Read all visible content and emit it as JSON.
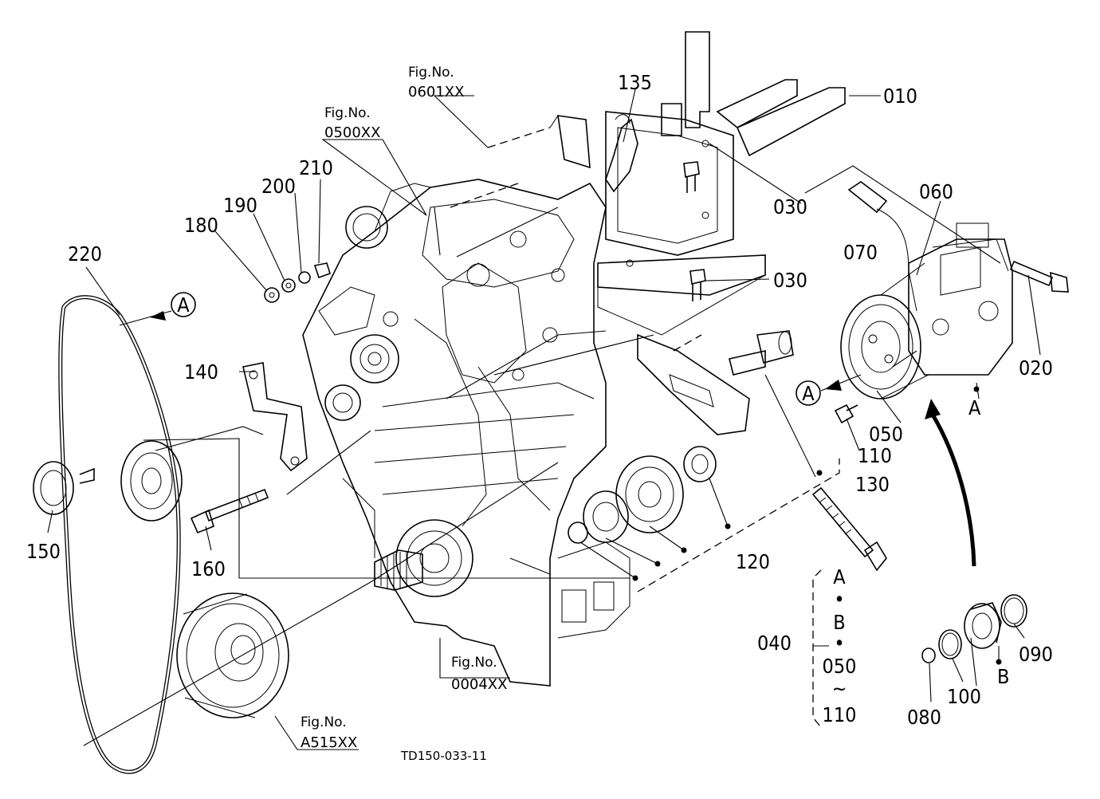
{
  "parts": [
    {
      "id": "p010",
      "label": "010"
    },
    {
      "id": "p020",
      "label": "020"
    },
    {
      "id": "p030a",
      "label": "030"
    },
    {
      "id": "p030b",
      "label": "030"
    },
    {
      "id": "p050",
      "label": "050"
    },
    {
      "id": "p060",
      "label": "060"
    },
    {
      "id": "p070",
      "label": "070"
    },
    {
      "id": "p080",
      "label": "080"
    },
    {
      "id": "p090",
      "label": "090"
    },
    {
      "id": "p100",
      "label": "100"
    },
    {
      "id": "p110",
      "label": "110"
    },
    {
      "id": "p120",
      "label": "120"
    },
    {
      "id": "p130",
      "label": "130"
    },
    {
      "id": "p135",
      "label": "135"
    },
    {
      "id": "p140",
      "label": "140"
    },
    {
      "id": "p150",
      "label": "150"
    },
    {
      "id": "p160",
      "label": "160"
    },
    {
      "id": "p180",
      "label": "180"
    },
    {
      "id": "p190",
      "label": "190"
    },
    {
      "id": "p200",
      "label": "200"
    },
    {
      "id": "p210",
      "label": "210"
    },
    {
      "id": "p220",
      "label": "220"
    }
  ],
  "figure_refs": [
    {
      "title": "Fig.No.",
      "number": "0601XX"
    },
    {
      "title": "Fig.No.",
      "number": "0500XX"
    },
    {
      "title": "Fig.No.",
      "number": "0004XX"
    },
    {
      "title": "Fig.No.",
      "number": "A515XX"
    }
  ],
  "view_markers": {
    "a_belt": "A",
    "a_compressor": "A",
    "a_point": "A",
    "b_point": "B"
  },
  "assembly_040": {
    "label": "040",
    "items": [
      "A",
      "•",
      "B",
      "•",
      "050",
      "~",
      "110"
    ]
  },
  "drawing_code": "TD150-033-11"
}
